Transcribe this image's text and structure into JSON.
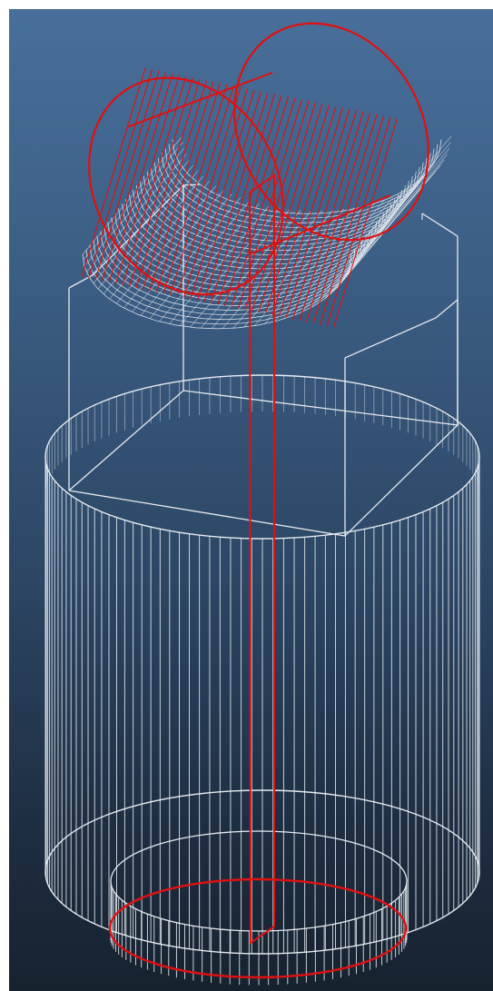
{
  "viewport": {
    "background_top": "#486f9a",
    "background_bottom": "#17222f",
    "wire_color": "#e6ebf0",
    "highlight_color": "#e01010"
  },
  "scene": {
    "objects": [
      "outer-cylinder-wireframe",
      "inner-cylinder-wireframe",
      "prism-block-wireframe",
      "half-pipe-trough-wireframe",
      "highlighted-cylinder",
      "highlighted-plane",
      "highlighted-circle"
    ]
  }
}
